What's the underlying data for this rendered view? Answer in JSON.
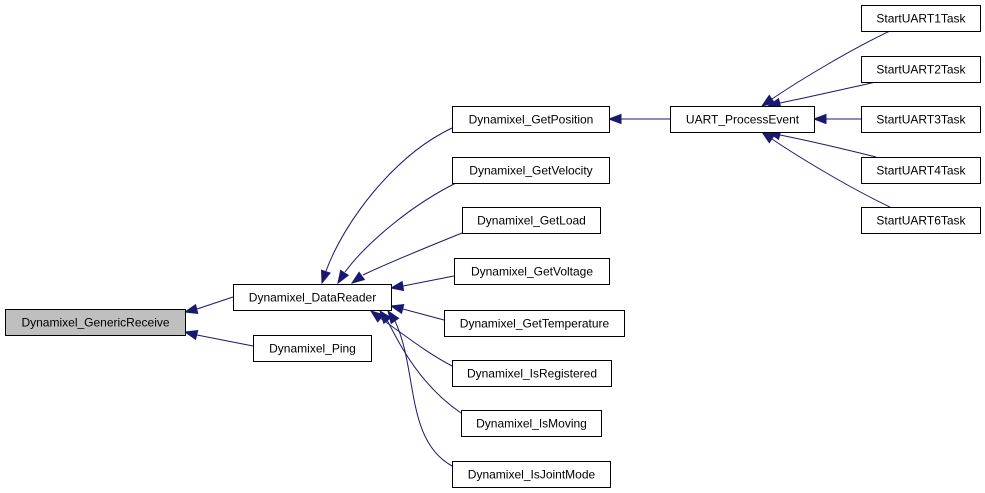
{
  "graph": {
    "nodes": [
      {
        "id": "generic_receive",
        "label": "Dynamixel_GenericReceive",
        "highlighted": true
      },
      {
        "id": "data_reader",
        "label": "Dynamixel_DataReader"
      },
      {
        "id": "ping",
        "label": "Dynamixel_Ping"
      },
      {
        "id": "get_position",
        "label": "Dynamixel_GetPosition"
      },
      {
        "id": "get_velocity",
        "label": "Dynamixel_GetVelocity"
      },
      {
        "id": "get_load",
        "label": "Dynamixel_GetLoad"
      },
      {
        "id": "get_voltage",
        "label": "Dynamixel_GetVoltage"
      },
      {
        "id": "get_temperature",
        "label": "Dynamixel_GetTemperature"
      },
      {
        "id": "is_registered",
        "label": "Dynamixel_IsRegistered"
      },
      {
        "id": "is_moving",
        "label": "Dynamixel_IsMoving"
      },
      {
        "id": "is_joint_mode",
        "label": "Dynamixel_IsJointMode"
      },
      {
        "id": "uart_process_event",
        "label": "UART_ProcessEvent"
      },
      {
        "id": "start_uart1",
        "label": "StartUART1Task"
      },
      {
        "id": "start_uart2",
        "label": "StartUART2Task"
      },
      {
        "id": "start_uart3",
        "label": "StartUART3Task"
      },
      {
        "id": "start_uart4",
        "label": "StartUART4Task"
      },
      {
        "id": "start_uart6",
        "label": "StartUART6Task"
      }
    ],
    "edges": [
      {
        "from": "data_reader",
        "to": "generic_receive"
      },
      {
        "from": "ping",
        "to": "generic_receive"
      },
      {
        "from": "get_position",
        "to": "data_reader"
      },
      {
        "from": "get_velocity",
        "to": "data_reader"
      },
      {
        "from": "get_load",
        "to": "data_reader"
      },
      {
        "from": "get_voltage",
        "to": "data_reader"
      },
      {
        "from": "get_temperature",
        "to": "data_reader"
      },
      {
        "from": "is_registered",
        "to": "data_reader"
      },
      {
        "from": "is_moving",
        "to": "data_reader"
      },
      {
        "from": "is_joint_mode",
        "to": "data_reader"
      },
      {
        "from": "uart_process_event",
        "to": "get_position"
      },
      {
        "from": "start_uart1",
        "to": "uart_process_event"
      },
      {
        "from": "start_uart2",
        "to": "uart_process_event"
      },
      {
        "from": "start_uart3",
        "to": "uart_process_event"
      },
      {
        "from": "start_uart4",
        "to": "uart_process_event"
      },
      {
        "from": "start_uart6",
        "to": "uart_process_event"
      }
    ],
    "colors": {
      "edge": "#191970",
      "highlight_fill": "#bfbfbf",
      "box_stroke": "#000000"
    }
  }
}
